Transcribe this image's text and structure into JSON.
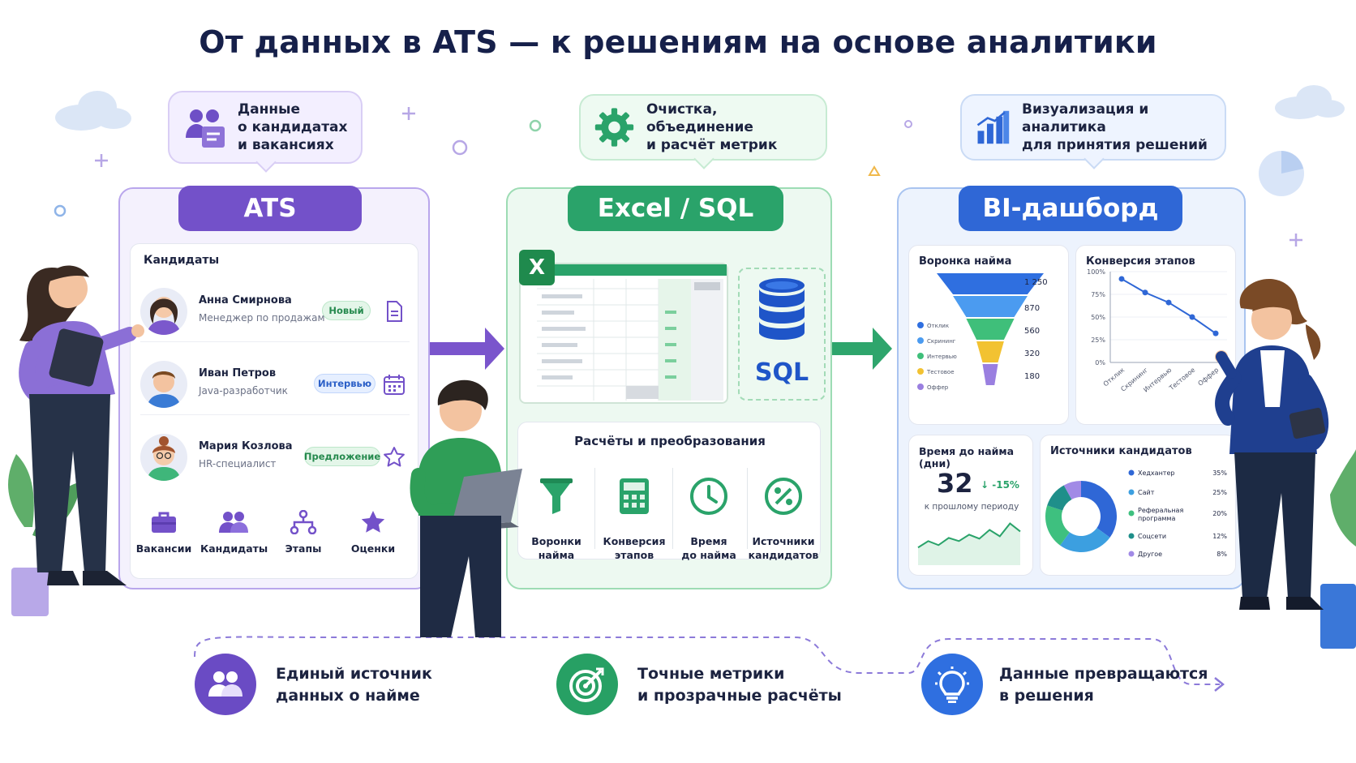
{
  "title": "От данных в ATS — к решениям на основе аналитики",
  "callouts": {
    "data": "Данные\nо кандидатах\nи вакансиях",
    "cleaning": "Очистка, объединение\nи расчёт метрик",
    "viz": "Визуализация и аналитика\nдля принятия решений"
  },
  "ats": {
    "title": "ATS",
    "section": "Кандидаты",
    "candidates": [
      {
        "name": "Анна Смирнова",
        "role": "Менеджер по продажам",
        "status": "Новый",
        "icon": "document-icon"
      },
      {
        "name": "Иван Петров",
        "role": "Java-разработчик",
        "status": "Интервью",
        "icon": "calendar-icon"
      },
      {
        "name": "Мария Козлова",
        "role": "HR-специалист",
        "status": "Предложение",
        "icon": "star-icon"
      }
    ],
    "nav": [
      "Вакансии",
      "Кандидаты",
      "Этапы",
      "Оценки"
    ]
  },
  "excel": {
    "title": "Excel / SQL",
    "sql_label": "SQL",
    "excel_letter": "X",
    "calc_title": "Расчёты и преобразования",
    "calc_items": [
      "Воронки\nнайма",
      "Конверсия\nэтапов",
      "Время\nдо найма",
      "Источники\nкандидатов"
    ]
  },
  "dashboard": {
    "title": "BI-дашборд",
    "funnel_title": "Воронка найма",
    "conversion_title": "Конверсия этапов",
    "time_title": "Время до найма (дни)",
    "time_value": "32",
    "time_change": "-15%",
    "time_note": "к прошлому периоду",
    "sources_title": "Источники кандидатов"
  },
  "chart_data": [
    {
      "type": "bar",
      "title": "Воронка найма",
      "categories": [
        "Отклик",
        "Скрининг",
        "Интервью",
        "Тестовое",
        "Оффер"
      ],
      "values": [
        1250,
        870,
        560,
        320,
        180
      ],
      "value_labels": [
        "1 250",
        "870",
        "560",
        "320",
        "180"
      ],
      "colors": [
        "#2f6fe0",
        "#4b9bf0",
        "#3fbf7a",
        "#f2c232",
        "#9a7fe0"
      ]
    },
    {
      "type": "line",
      "title": "Конверсия этапов",
      "x": [
        "Отклик",
        "Скрининг",
        "Интервью",
        "Тестовое",
        "Оффер"
      ],
      "y": [
        92,
        77,
        66,
        50,
        32
      ],
      "y_ticks": [
        "100%",
        "75%",
        "50%",
        "25%",
        "0%"
      ],
      "ylim": [
        0,
        100
      ]
    },
    {
      "type": "area",
      "title": "Время до найма (дни)",
      "values": [
        22,
        30,
        25,
        34,
        30,
        38,
        33,
        44,
        36,
        52,
        42
      ]
    },
    {
      "type": "pie",
      "title": "Источники кандидатов",
      "labels": [
        "Хедхантер",
        "Сайт",
        "Реферальная программа",
        "Соцсети",
        "Другое"
      ],
      "values": [
        35,
        25,
        20,
        12,
        8
      ],
      "value_labels": [
        "35%",
        "25%",
        "20%",
        "12%",
        "8%"
      ],
      "colors": [
        "#2f67d6",
        "#3c9fe0",
        "#3ec07f",
        "#1f8f8a",
        "#a18ae6"
      ]
    }
  ],
  "benefits": [
    {
      "text": "Единый источник\nданных о найме",
      "icon": "users-icon",
      "color": "#6a4bc4"
    },
    {
      "text": "Точные метрики\nи прозрачные расчёты",
      "icon": "target-icon",
      "color": "#27a064"
    },
    {
      "text": "Данные превращаются\nв решения",
      "icon": "lightbulb-icon",
      "color": "#2f6fe0"
    }
  ]
}
